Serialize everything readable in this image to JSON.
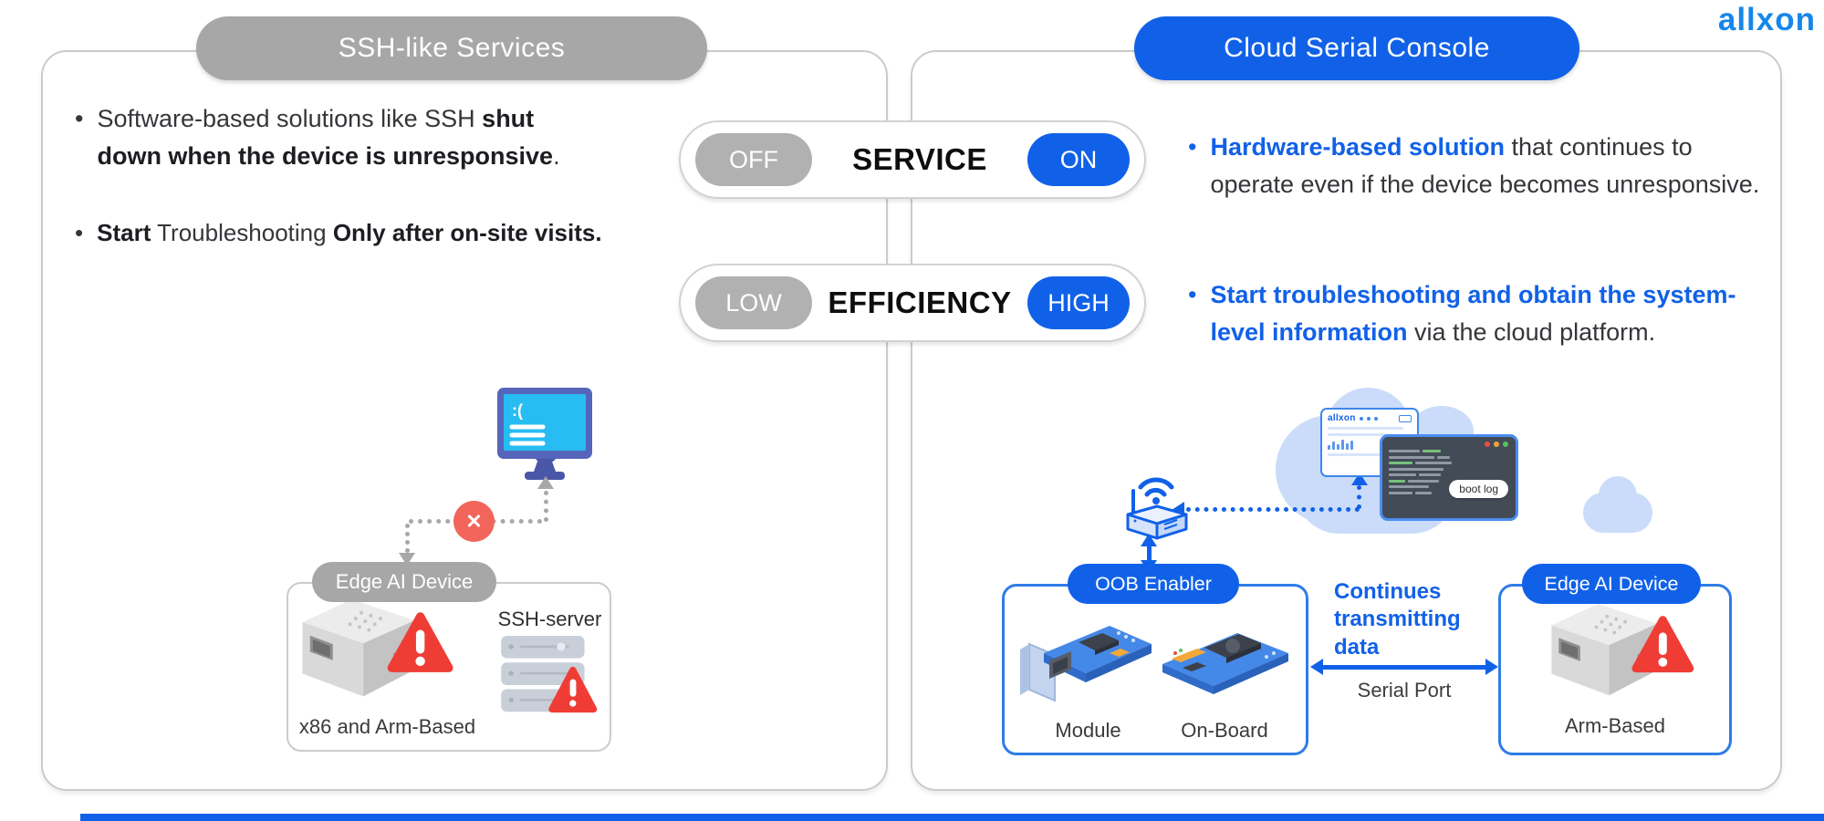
{
  "brand": {
    "logo_text": "allxon"
  },
  "colors": {
    "accent_blue": "#1161e8",
    "pill_gray": "#a7a7a7",
    "warning_red": "#ef3d36",
    "monitor_cyan": "#27bdf2"
  },
  "icons": {
    "error_x": "✕",
    "sad_face": ":("
  },
  "left_panel": {
    "header": "SSH-like Services",
    "bullet1": {
      "pre": "Software-based solutions like SSH ",
      "bold": "shut down when the device is unresponsive",
      "post": "."
    },
    "bullet2": {
      "bold1": "Start",
      "mid": " Troubleshooting ",
      "bold2": "Only after on-site visits."
    },
    "device_box": {
      "label": "Edge AI Device",
      "server_label": "SSH-server",
      "caption": "x86 and Arm-Based"
    }
  },
  "toggles": [
    {
      "left": "OFF",
      "center": "SERVICE",
      "right": "ON"
    },
    {
      "left": "LOW",
      "center": "EFFICIENCY",
      "right": "HIGH"
    }
  ],
  "right_panel": {
    "header": "Cloud Serial Console",
    "bullet1": {
      "bold": "Hardware-based solution",
      "rest": " that continues to operate even if the device becomes unresponsive."
    },
    "bullet2": {
      "bold": "Start troubleshooting and obtain the system-level information",
      "rest": " via the cloud platform."
    },
    "cloud": {
      "dashboard_logo": "allxon",
      "boot_log_label": "boot log"
    },
    "oob_box": {
      "label": "OOB Enabler",
      "item1": "Module",
      "item2": "On-Board"
    },
    "serial_link": {
      "title": "Continues transmitting data",
      "label": "Serial Port"
    },
    "edge_box": {
      "label": "Edge AI Device",
      "caption": "Arm-Based"
    }
  }
}
